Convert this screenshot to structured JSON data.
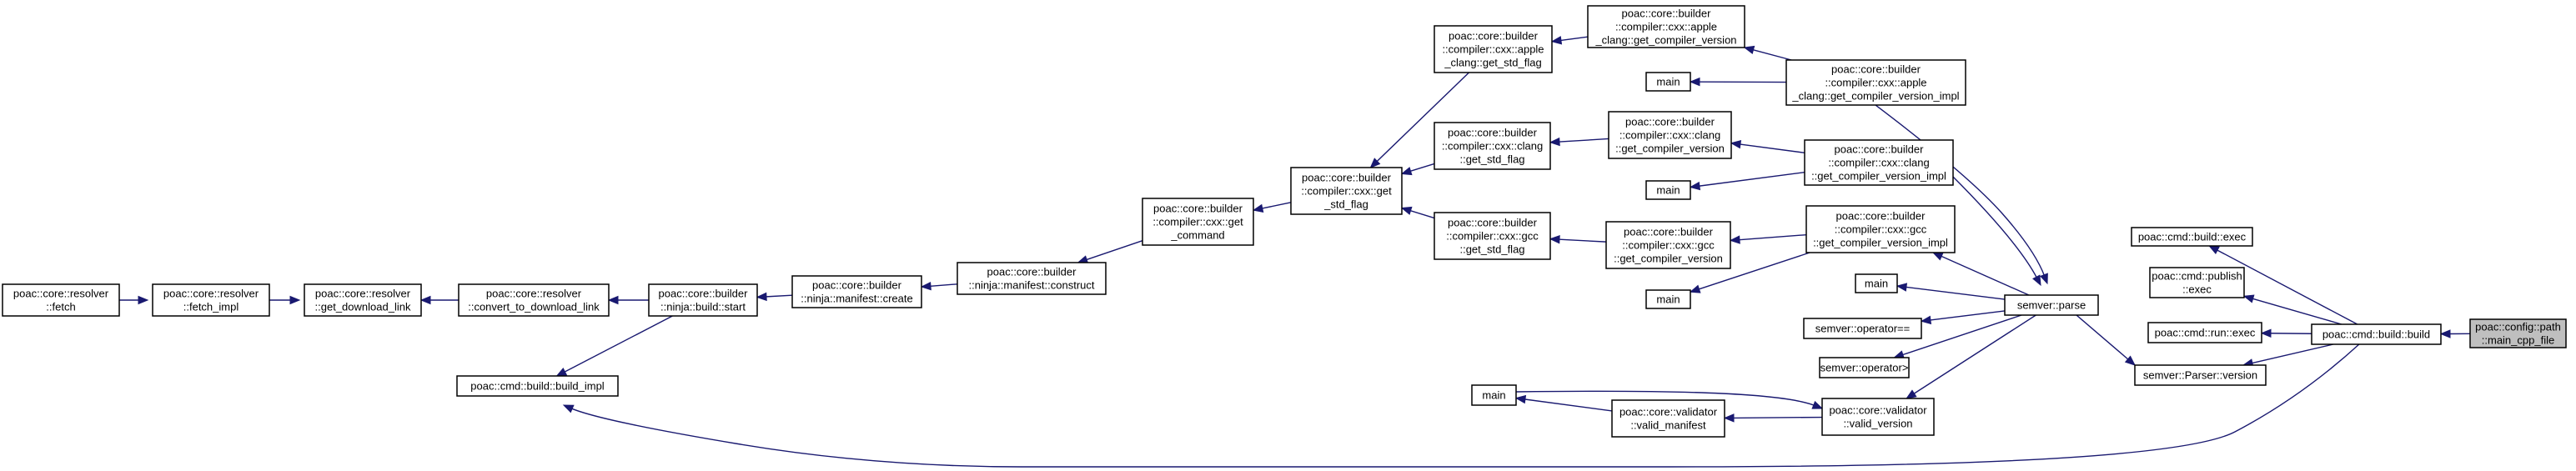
{
  "diagram": {
    "nodes": [
      {
        "id": "main_cpp_file",
        "lines": [
          "poac::config::path",
          "::main_cpp_file"
        ],
        "focus": true
      },
      {
        "id": "build_build",
        "lines": [
          "poac::cmd::build::build"
        ]
      },
      {
        "id": "build_exec",
        "lines": [
          "poac::cmd::build::exec"
        ]
      },
      {
        "id": "publish_exec",
        "lines": [
          "poac::cmd::publish",
          "::exec"
        ]
      },
      {
        "id": "run_exec",
        "lines": [
          "poac::cmd::run::exec"
        ]
      },
      {
        "id": "parser_version",
        "lines": [
          "semver::Parser::version"
        ]
      },
      {
        "id": "semver_parse",
        "lines": [
          "semver::parse"
        ]
      },
      {
        "id": "apple_impl",
        "lines": [
          "poac::core::builder",
          "::compiler::cxx::apple",
          "_clang::get_compiler_version_impl"
        ]
      },
      {
        "id": "clang_impl",
        "lines": [
          "poac::core::builder",
          "::compiler::cxx::clang",
          "::get_compiler_version_impl"
        ]
      },
      {
        "id": "gcc_impl",
        "lines": [
          "poac::core::builder",
          "::compiler::cxx::gcc",
          "::get_compiler_version_impl"
        ]
      },
      {
        "id": "main_parse",
        "lines": [
          "main"
        ]
      },
      {
        "id": "op_eq",
        "lines": [
          "semver::operator=="
        ]
      },
      {
        "id": "op_gt",
        "lines": [
          "semver::operator>"
        ]
      },
      {
        "id": "valid_version",
        "lines": [
          "poac::core::validator",
          "::valid_version"
        ]
      },
      {
        "id": "apple_getver",
        "lines": [
          "poac::core::builder",
          "::compiler::cxx::apple",
          "_clang::get_compiler_version"
        ]
      },
      {
        "id": "main_apple",
        "lines": [
          "main"
        ]
      },
      {
        "id": "clang_getver",
        "lines": [
          "poac::core::builder",
          "::compiler::cxx::clang",
          "::get_compiler_version"
        ]
      },
      {
        "id": "main_clang",
        "lines": [
          "main"
        ]
      },
      {
        "id": "gcc_getver",
        "lines": [
          "poac::core::builder",
          "::compiler::cxx::gcc",
          "::get_compiler_version"
        ]
      },
      {
        "id": "main_gcc",
        "lines": [
          "main"
        ]
      },
      {
        "id": "valid_manifest",
        "lines": [
          "poac::core::validator",
          "::valid_manifest"
        ]
      },
      {
        "id": "main_validator",
        "lines": [
          "main"
        ]
      },
      {
        "id": "apple_stdflag",
        "lines": [
          "poac::core::builder",
          "::compiler::cxx::apple",
          "_clang::get_std_flag"
        ]
      },
      {
        "id": "clang_stdflag",
        "lines": [
          "poac::core::builder",
          "::compiler::cxx::clang",
          "::get_std_flag"
        ]
      },
      {
        "id": "gcc_stdflag",
        "lines": [
          "poac::core::builder",
          "::compiler::cxx::gcc",
          "::get_std_flag"
        ]
      },
      {
        "id": "cxx_stdflag",
        "lines": [
          "poac::core::builder",
          "::compiler::cxx::get",
          "_std_flag"
        ]
      },
      {
        "id": "get_command",
        "lines": [
          "poac::core::builder",
          "::compiler::cxx::get",
          "_command"
        ]
      },
      {
        "id": "construct",
        "lines": [
          "poac::core::builder",
          "::ninja::manifest::construct"
        ]
      },
      {
        "id": "create",
        "lines": [
          "poac::core::builder",
          "::ninja::manifest::create"
        ]
      },
      {
        "id": "build_start",
        "lines": [
          "poac::core::builder",
          "::ninja::build::start"
        ]
      },
      {
        "id": "build_impl",
        "lines": [
          "poac::cmd::build::build_impl"
        ]
      },
      {
        "id": "convert",
        "lines": [
          "poac::core::resolver",
          "::convert_to_download_link"
        ]
      },
      {
        "id": "get_download_link",
        "lines": [
          "poac::core::resolver",
          "::get_download_link"
        ]
      },
      {
        "id": "fetch_impl",
        "lines": [
          "poac::core::resolver",
          "::fetch_impl"
        ]
      },
      {
        "id": "fetch",
        "lines": [
          "poac::core::resolver",
          "::fetch"
        ]
      }
    ],
    "edges": [
      [
        "build_build",
        "main_cpp_file"
      ],
      [
        "build_exec",
        "build_build"
      ],
      [
        "publish_exec",
        "build_build"
      ],
      [
        "run_exec",
        "build_build"
      ],
      [
        "parser_version",
        "build_build"
      ],
      [
        "semver_parse",
        "parser_version"
      ],
      [
        "apple_impl",
        "semver_parse"
      ],
      [
        "clang_impl",
        "semver_parse"
      ],
      [
        "gcc_impl",
        "semver_parse"
      ],
      [
        "main_parse",
        "semver_parse"
      ],
      [
        "op_eq",
        "semver_parse"
      ],
      [
        "op_gt",
        "semver_parse"
      ],
      [
        "valid_version",
        "semver_parse"
      ],
      [
        "apple_getver",
        "apple_impl"
      ],
      [
        "main_apple",
        "apple_impl"
      ],
      [
        "clang_getver",
        "clang_impl"
      ],
      [
        "main_clang",
        "clang_impl"
      ],
      [
        "gcc_getver",
        "gcc_impl"
      ],
      [
        "main_gcc",
        "gcc_impl"
      ],
      [
        "valid_manifest",
        "valid_version"
      ],
      [
        "main_validator",
        "valid_version"
      ],
      [
        "main_validator",
        "valid_manifest"
      ],
      [
        "apple_stdflag",
        "apple_getver"
      ],
      [
        "clang_stdflag",
        "clang_getver"
      ],
      [
        "gcc_stdflag",
        "gcc_getver"
      ],
      [
        "cxx_stdflag",
        "apple_stdflag"
      ],
      [
        "cxx_stdflag",
        "clang_stdflag"
      ],
      [
        "cxx_stdflag",
        "gcc_stdflag"
      ],
      [
        "get_command",
        "cxx_stdflag"
      ],
      [
        "construct",
        "get_command"
      ],
      [
        "create",
        "construct"
      ],
      [
        "build_start",
        "create"
      ],
      [
        "build_impl",
        "build_start"
      ],
      [
        "build_build",
        "build_impl"
      ],
      [
        "convert",
        "build_start"
      ],
      [
        "get_download_link",
        "convert"
      ],
      [
        "fetch_impl",
        "get_download_link"
      ],
      [
        "fetch",
        "fetch_impl"
      ]
    ]
  }
}
